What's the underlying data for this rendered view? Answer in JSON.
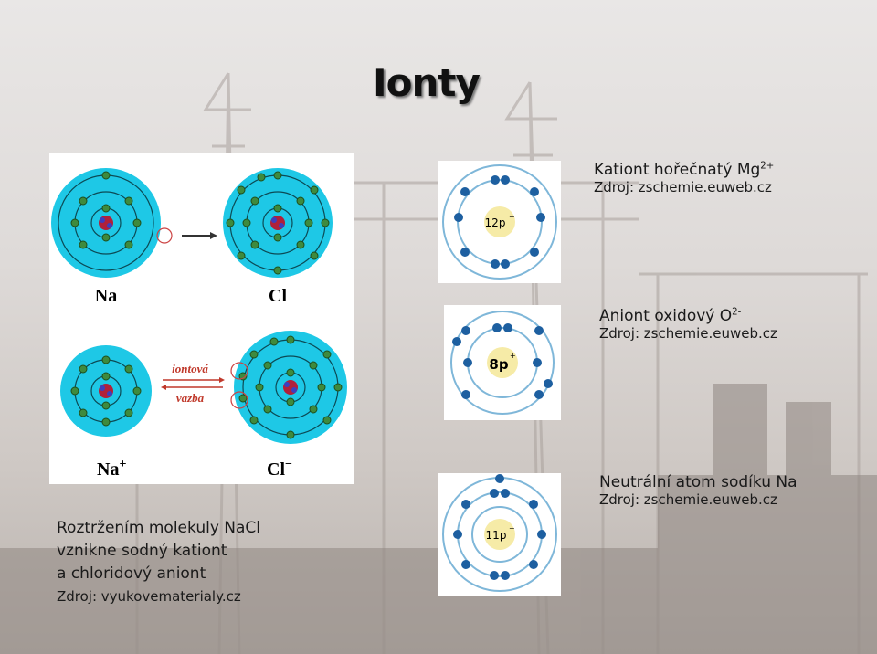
{
  "slide": {
    "title": "Ionty",
    "nacl": {
      "na": "Na",
      "cl": "Cl",
      "na_plus": "Na",
      "cl_minus": "Cl",
      "plus_sign": "+",
      "minus_sign": "−",
      "bond_line1": "iontová",
      "bond_line2": "vazba"
    },
    "mg": {
      "nucleus": "12p",
      "charge": "+"
    },
    "o": {
      "nucleus": "8p",
      "charge": "+"
    },
    "na": {
      "nucleus": "11p",
      "charge": "+"
    },
    "captions": {
      "mg_main": "Kationt hořečnatý Mg",
      "mg_sup": "2+",
      "mg_src": "Zdroj: zschemie.euweb.cz",
      "o_main": "Aniont oxidový O",
      "o_sup": "2-",
      "o_src": "Zdroj: zschemie.euweb.cz",
      "na_main": "Neutrální atom sodíku Na",
      "na_src": "Zdroj: zschemie.euweb.cz",
      "nacl_line1": "Roztržením molekuly NaCl",
      "nacl_line2": "vznikne sodný kationt",
      "nacl_line3": "a chloridový aniont",
      "nacl_src": "Zdroj: vyukovematerialy.cz"
    }
  }
}
